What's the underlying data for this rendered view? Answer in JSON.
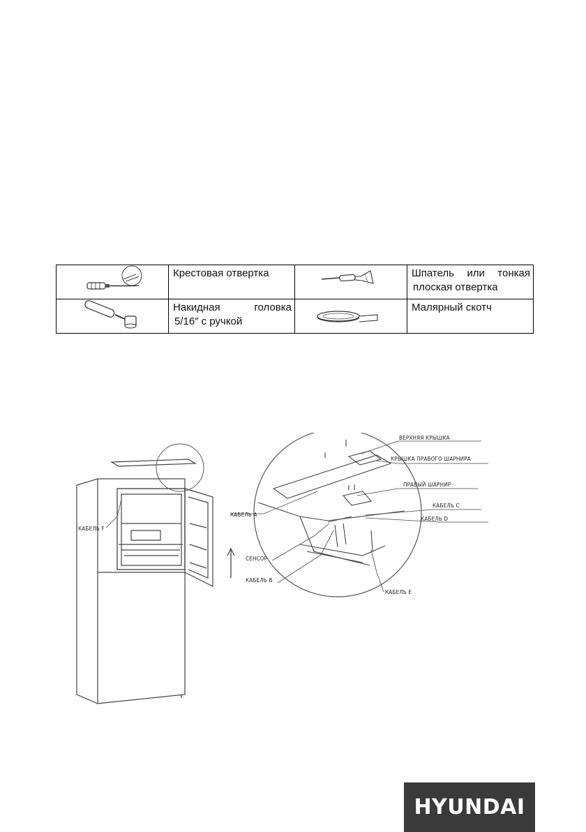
{
  "tools": {
    "screwdriver": {
      "line1": "Крестовая отвертка"
    },
    "spatula": {
      "line1_words": [
        "Шпатель",
        "или",
        "тонкая"
      ],
      "line2": "плоская отвертка"
    },
    "socket": {
      "line1_words": [
        "Накидная",
        "головка"
      ],
      "line2": "5/16″ с ручкой"
    },
    "tape": {
      "line1": "Малярный скотч"
    }
  },
  "diagram": {
    "labels": {
      "top_cover": "ВЕРХНЯЯ КРЫШКА",
      "right_hinge_cover": "КРЫШКА ПРАВОГО ШАРНИРА",
      "right_hinge": "ПРАВЫЙ ШАРНИР",
      "cable_a": "КАБЕЛЬ А",
      "cable_c": "КАБЕЛЬ С",
      "cable_d": "КАБЕЛЬ D",
      "sensor": "СЕНСОР",
      "cable_b": "КАБЕЛЬ В",
      "cable_e": "КАБЕЛЬ Е",
      "cable_f": "КАБЕЛЬ F"
    }
  },
  "brand": {
    "name": "HYUNDAI"
  }
}
